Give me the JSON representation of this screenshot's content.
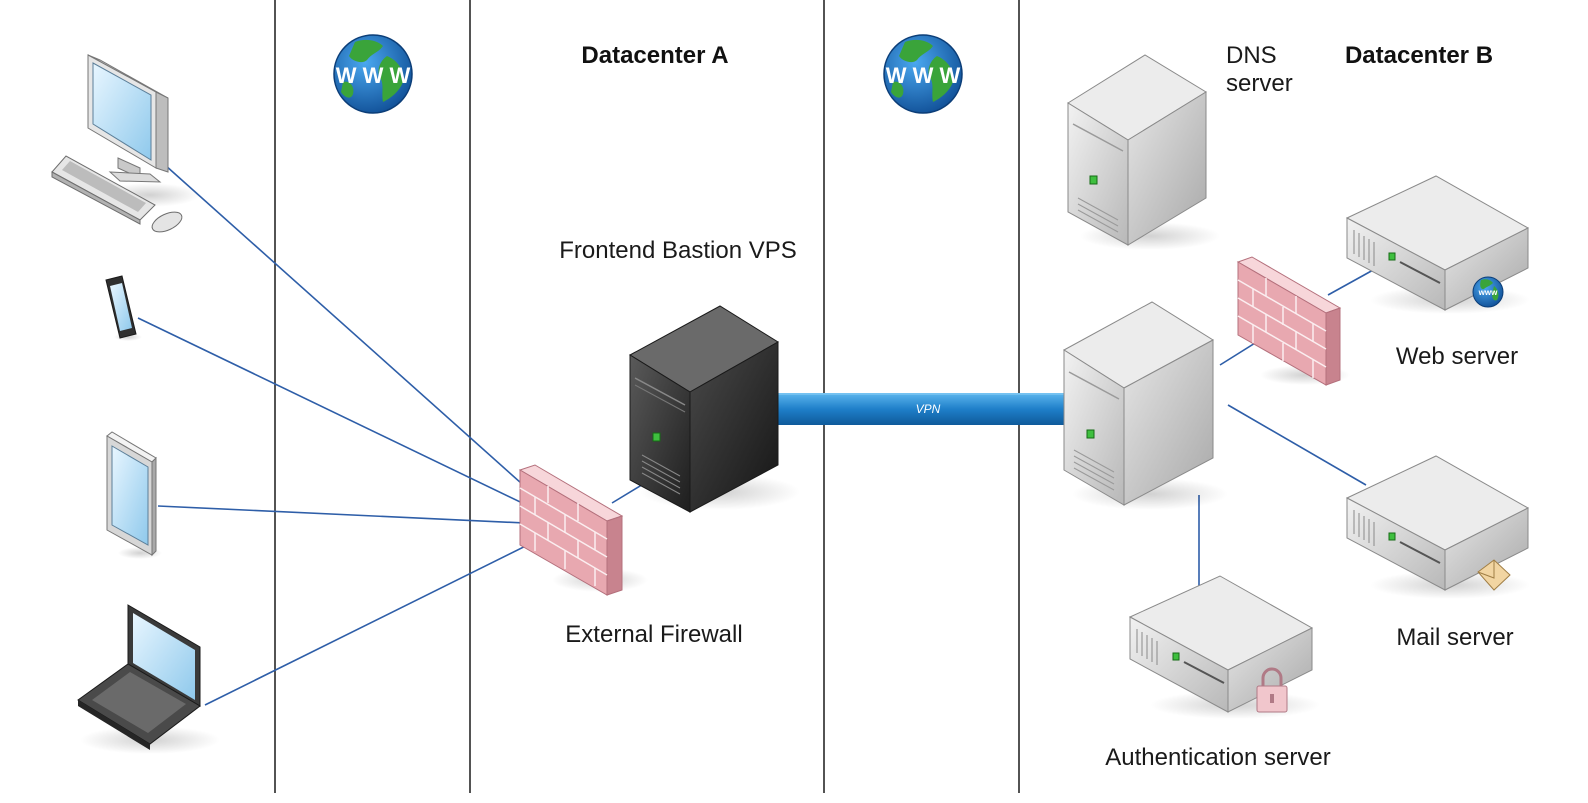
{
  "zones": {
    "datacenter_a": "Datacenter A",
    "datacenter_b": "Datacenter B"
  },
  "nodes": {
    "frontend_bastion": "Frontend Bastion VPS",
    "external_firewall": "External Firewall",
    "dns_server_line1": "DNS",
    "dns_server_line2": "server",
    "web_server": "Web server",
    "mail_server": "Mail server",
    "auth_server": "Authentication server"
  },
  "links": {
    "vpn_label": "VPN"
  },
  "globes": {
    "internet_1": "W W W",
    "internet_2": "W W W",
    "web_badge": "www"
  },
  "colors": {
    "connector": "#2e5ea8",
    "vpn_pipe": "#1f7fc9",
    "firewall_brick": "#e8a8b0",
    "server_light": "#d8d8d8",
    "server_dark": "#3a3a3a",
    "globe_ocean": "#1e6fc0",
    "globe_land": "#3aa43a"
  }
}
